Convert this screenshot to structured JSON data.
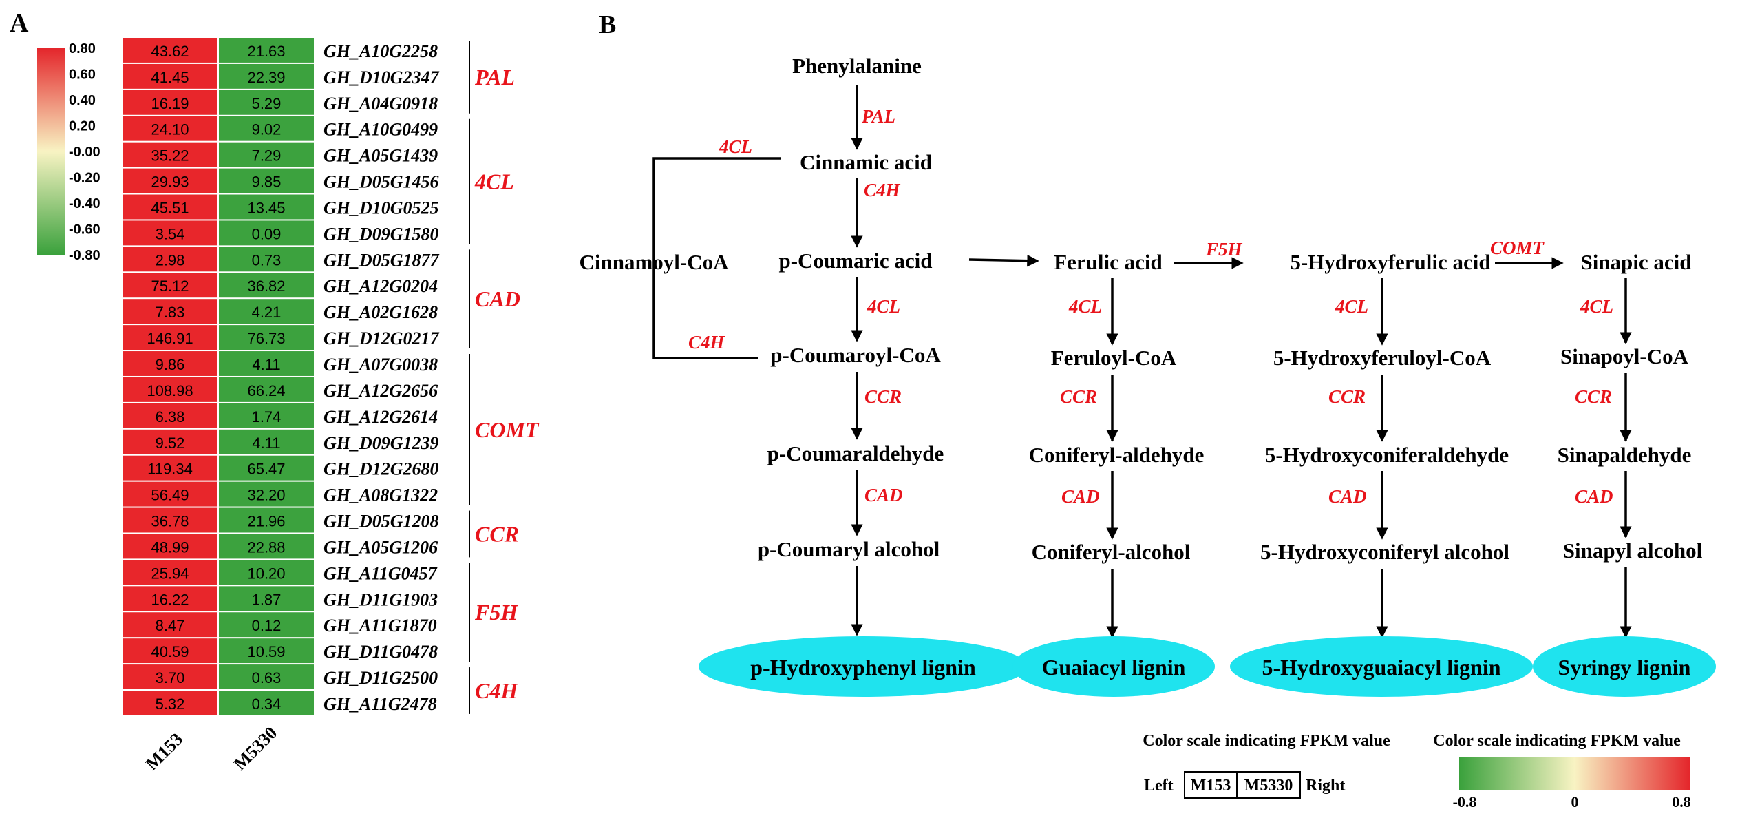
{
  "panel_a": {
    "letter": "A",
    "color_scale": {
      "ticks": [
        "0.80",
        "0.60",
        "0.40",
        "0.20",
        "-0.00",
        "-0.20",
        "-0.40",
        "-0.60",
        "-0.80"
      ],
      "colors": {
        "high": "#e4262b",
        "mid": "#f8f3c3",
        "low": "#3aa13c"
      }
    },
    "samples": [
      "M153",
      "M5330"
    ],
    "cell_colors": {
      "M153": "#e8262b",
      "M5330": "#3ca23e"
    },
    "rows": [
      {
        "gene": "GH_A10G2258",
        "m153": "43.62",
        "m5330": "21.63"
      },
      {
        "gene": "GH_D10G2347",
        "m153": "41.45",
        "m5330": "22.39"
      },
      {
        "gene": "GH_A04G0918",
        "m153": "16.19",
        "m5330": "5.29"
      },
      {
        "gene": "GH_A10G0499",
        "m153": "24.10",
        "m5330": "9.02"
      },
      {
        "gene": "GH_A05G1439",
        "m153": "35.22",
        "m5330": "7.29"
      },
      {
        "gene": "GH_D05G1456",
        "m153": "29.93",
        "m5330": "9.85"
      },
      {
        "gene": "GH_D10G0525",
        "m153": "45.51",
        "m5330": "13.45"
      },
      {
        "gene": "GH_D09G1580",
        "m153": "3.54",
        "m5330": "0.09"
      },
      {
        "gene": "GH_D05G1877",
        "m153": "2.98",
        "m5330": "0.73"
      },
      {
        "gene": "GH_A12G0204",
        "m153": "75.12",
        "m5330": "36.82"
      },
      {
        "gene": "GH_A02G1628",
        "m153": "7.83",
        "m5330": "4.21"
      },
      {
        "gene": "GH_D12G0217",
        "m153": "146.91",
        "m5330": "76.73"
      },
      {
        "gene": "GH_A07G0038",
        "m153": "9.86",
        "m5330": "4.11"
      },
      {
        "gene": "GH_A12G2656",
        "m153": "108.98",
        "m5330": "66.24"
      },
      {
        "gene": "GH_A12G2614",
        "m153": "6.38",
        "m5330": "1.74"
      },
      {
        "gene": "GH_D09G1239",
        "m153": "9.52",
        "m5330": "4.11"
      },
      {
        "gene": "GH_D12G2680",
        "m153": "119.34",
        "m5330": "65.47"
      },
      {
        "gene": "GH_A08G1322",
        "m153": "56.49",
        "m5330": "32.20"
      },
      {
        "gene": "GH_D05G1208",
        "m153": "36.78",
        "m5330": "21.96"
      },
      {
        "gene": "GH_A05G1206",
        "m153": "48.99",
        "m5330": "22.88"
      },
      {
        "gene": "GH_A11G0457",
        "m153": "25.94",
        "m5330": "10.20"
      },
      {
        "gene": "GH_D11G1903",
        "m153": "16.22",
        "m5330": "1.87"
      },
      {
        "gene": "GH_A11G1870",
        "m153": "8.47",
        "m5330": "0.12"
      },
      {
        "gene": "GH_D11G0478",
        "m153": "40.59",
        "m5330": "10.59"
      },
      {
        "gene": "GH_D11G2500",
        "m153": "3.70",
        "m5330": "0.63"
      },
      {
        "gene": "GH_A11G2478",
        "m153": "5.32",
        "m5330": "0.34"
      }
    ],
    "groups": [
      {
        "label": "PAL",
        "start": 0,
        "end": 2
      },
      {
        "label": "4CL",
        "start": 3,
        "end": 7
      },
      {
        "label": "CAD",
        "start": 8,
        "end": 11
      },
      {
        "label": "COMT",
        "start": 12,
        "end": 17
      },
      {
        "label": "CCR",
        "start": 18,
        "end": 19
      },
      {
        "label": "F5H",
        "start": 20,
        "end": 23
      },
      {
        "label": "C4H",
        "start": 24,
        "end": 25
      }
    ]
  },
  "panel_b": {
    "letter": "B",
    "compounds": {
      "phenylalanine": "Phenylalanine",
      "cinnamic_acid": "Cinnamic acid",
      "cinnamoyl_coa": "Cinnamoyl-CoA",
      "p_coumaric_acid": "p-Coumaric acid",
      "ferulic_acid": "Ferulic acid",
      "hydroxyferulic_acid": "5-Hydroxyferulic acid",
      "sinapic_acid": "Sinapic acid",
      "p_coumaroyl_coa": "p-Coumaroyl-CoA",
      "feruloyl_coa": "Feruloyl-CoA",
      "hydroxyferuloyl_coa": "5-Hydroxyferuloyl-CoA",
      "sinapoyl_coa": "Sinapoyl-CoA",
      "p_coumaraldehyde": "p-Coumaraldehyde",
      "coniferyl_aldehyde": "Coniferyl-aldehyde",
      "hydroxyconiferaldehyde": "5-Hydroxyconiferaldehyde",
      "sinapaldehyde": "Sinapaldehyde",
      "p_coumaryl_alcohol": "p-Coumaryl alcohol",
      "coniferyl_alcohol": "Coniferyl-alcohol",
      "hydroxyconiferyl_alcohol": "5-Hydroxyconiferyl alcohol",
      "sinapyl_alcohol": "Sinapyl alcohol"
    },
    "enzymes": {
      "pal": "PAL",
      "c4h": "C4H",
      "fourcl": "4CL",
      "ccr": "CCR",
      "cad": "CAD",
      "f5h": "F5H",
      "comt": "COMT"
    },
    "lignins": {
      "h": "p-Hydroxyphenyl lignin",
      "g": "Guaiacyl lignin",
      "five_h": "5-Hydroxyguaiacyl lignin",
      "s": "Syringy lignin"
    },
    "lignin_color": "#1fe3ee",
    "legend": {
      "left_title": "Color scale indicating FPKM value",
      "left_word": "Left",
      "box_left": "M153",
      "box_right": "M5330",
      "right_word": "Right",
      "right_title": "Color scale indicating FPKM value",
      "ticks": [
        "-0.8",
        "0",
        "0.8"
      ]
    }
  }
}
